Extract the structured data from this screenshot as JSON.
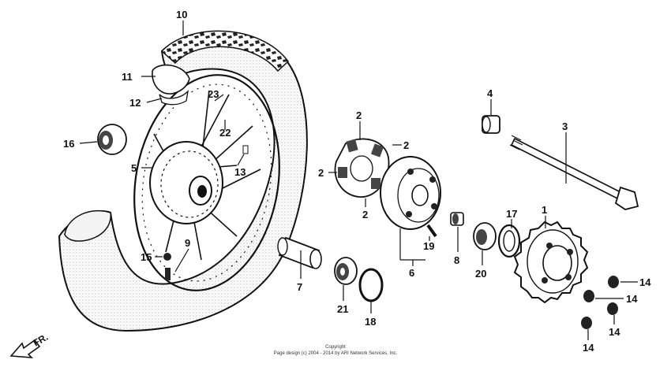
{
  "diagram": {
    "callouts": [
      {
        "id": "c1",
        "label": "1"
      },
      {
        "id": "c2a",
        "label": "2"
      },
      {
        "id": "c2b",
        "label": "2"
      },
      {
        "id": "c2c",
        "label": "2"
      },
      {
        "id": "c2d",
        "label": "2"
      },
      {
        "id": "c3",
        "label": "3"
      },
      {
        "id": "c4",
        "label": "4"
      },
      {
        "id": "c5",
        "label": "5"
      },
      {
        "id": "c6",
        "label": "6"
      },
      {
        "id": "c7",
        "label": "7"
      },
      {
        "id": "c8",
        "label": "8"
      },
      {
        "id": "c9",
        "label": "9"
      },
      {
        "id": "c10",
        "label": "10"
      },
      {
        "id": "c11",
        "label": "11"
      },
      {
        "id": "c12",
        "label": "12"
      },
      {
        "id": "c13",
        "label": "13"
      },
      {
        "id": "c14a",
        "label": "14"
      },
      {
        "id": "c14b",
        "label": "14"
      },
      {
        "id": "c14c",
        "label": "14"
      },
      {
        "id": "c14d",
        "label": "14"
      },
      {
        "id": "c15",
        "label": "15"
      },
      {
        "id": "c16",
        "label": "16"
      },
      {
        "id": "c17",
        "label": "17"
      },
      {
        "id": "c18",
        "label": "18"
      },
      {
        "id": "c19",
        "label": "19"
      },
      {
        "id": "c20",
        "label": "20"
      },
      {
        "id": "c21",
        "label": "21"
      },
      {
        "id": "c22",
        "label": "22"
      },
      {
        "id": "c23",
        "label": "23"
      }
    ],
    "front_marker": "FR.",
    "copyright_line1": "Copyright",
    "copyright_line2": "Page design (c) 2004 - 2014 by ARI Network Services, Inc."
  }
}
